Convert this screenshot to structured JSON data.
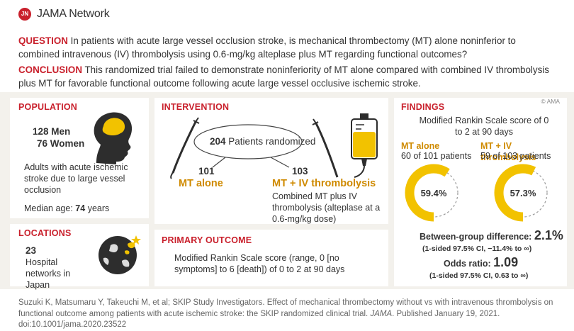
{
  "header": {
    "logo_mark": "JN",
    "logo_text": "JAMA Network"
  },
  "question": {
    "label": "QUESTION",
    "text": "In patients with acute large vessel occlusion stroke, is mechanical thrombectomy (MT) alone noninferior to combined intravenous (IV) thrombolysis using 0.6-mg/kg alteplase plus MT regarding functional outcomes?"
  },
  "conclusion": {
    "label": "CONCLUSION",
    "text": "This randomized trial failed to demonstrate noninferiority of MT alone compared with combined IV thrombolysis plus MT for favorable functional outcome following acute large vessel occlusive ischemic stroke."
  },
  "copyright": "© AMA",
  "population": {
    "title": "POPULATION",
    "men_count": "128",
    "men_label": "Men",
    "women_count": "76",
    "women_label": "Women",
    "description": "Adults with acute ischemic stroke due to large vessel occlusion",
    "median_age_label": "Median age:",
    "median_age_value": "74",
    "median_age_unit": "years"
  },
  "locations": {
    "title": "LOCATIONS",
    "count": "23",
    "description": "Hospital networks in Japan"
  },
  "intervention": {
    "title": "INTERVENTION",
    "randomized_count": "204",
    "randomized_label": "Patients randomized",
    "arm1_count": "101",
    "arm1_name": "MT alone",
    "arm2_count": "103",
    "arm2_name": "MT + IV thrombolysis",
    "arm2_desc": "Combined MT plus IV thrombolysis (alteplase at a 0.6-mg/kg dose)"
  },
  "primary_outcome": {
    "title": "PRIMARY OUTCOME",
    "text": "Modified Rankin Scale score (range, 0 [no symptoms] to 6 [death]) of 0 to 2 at 90 days"
  },
  "findings": {
    "title": "FINDINGS",
    "subtitle": "Modified Rankin Scale score of 0 to 2 at 90 days",
    "arm1_name": "MT alone",
    "arm1_detail": "60 of 101 patients",
    "arm1_percent_label": "59.4%",
    "arm1_percent": 59.4,
    "arm2_name": "MT + IV thrombolysis",
    "arm2_detail": "59 of 103 patients",
    "arm2_percent_label": "57.3%",
    "arm2_percent": 57.3,
    "diff_label": "Between-group difference:",
    "diff_value": "2.1%",
    "diff_ci": "(1-sided 97.5% CI, −11.4% to ∞)",
    "or_label": "Odds ratio:",
    "or_value": "1.09",
    "or_ci": "(1-sided 97.5% CI, 0.63 to ∞)"
  },
  "citation": {
    "part1": "Suzuki K, Matsumaru Y, Takeuchi M, et al; SKIP Study Investigators. Effect of mechanical thrombectomy without vs with intravenous thrombolysis on functional outcome among patients with acute ischemic stroke: the SKIP randomized clinical trial.",
    "journal": "JAMA",
    "part2": ". Published January 19, 2021. doi:10.1001/jama.2020.23522"
  },
  "colors": {
    "accent_red": "#c9202c",
    "accent_gold": "#f2c200",
    "label_orange": "#cf8a00",
    "background_band": "#f3f1ec"
  },
  "icons": [
    "jama-logo-icon",
    "head-brain-icon",
    "globe-japan-icon",
    "catheter-icon",
    "iv-bag-icon",
    "donut-chart-icon"
  ]
}
